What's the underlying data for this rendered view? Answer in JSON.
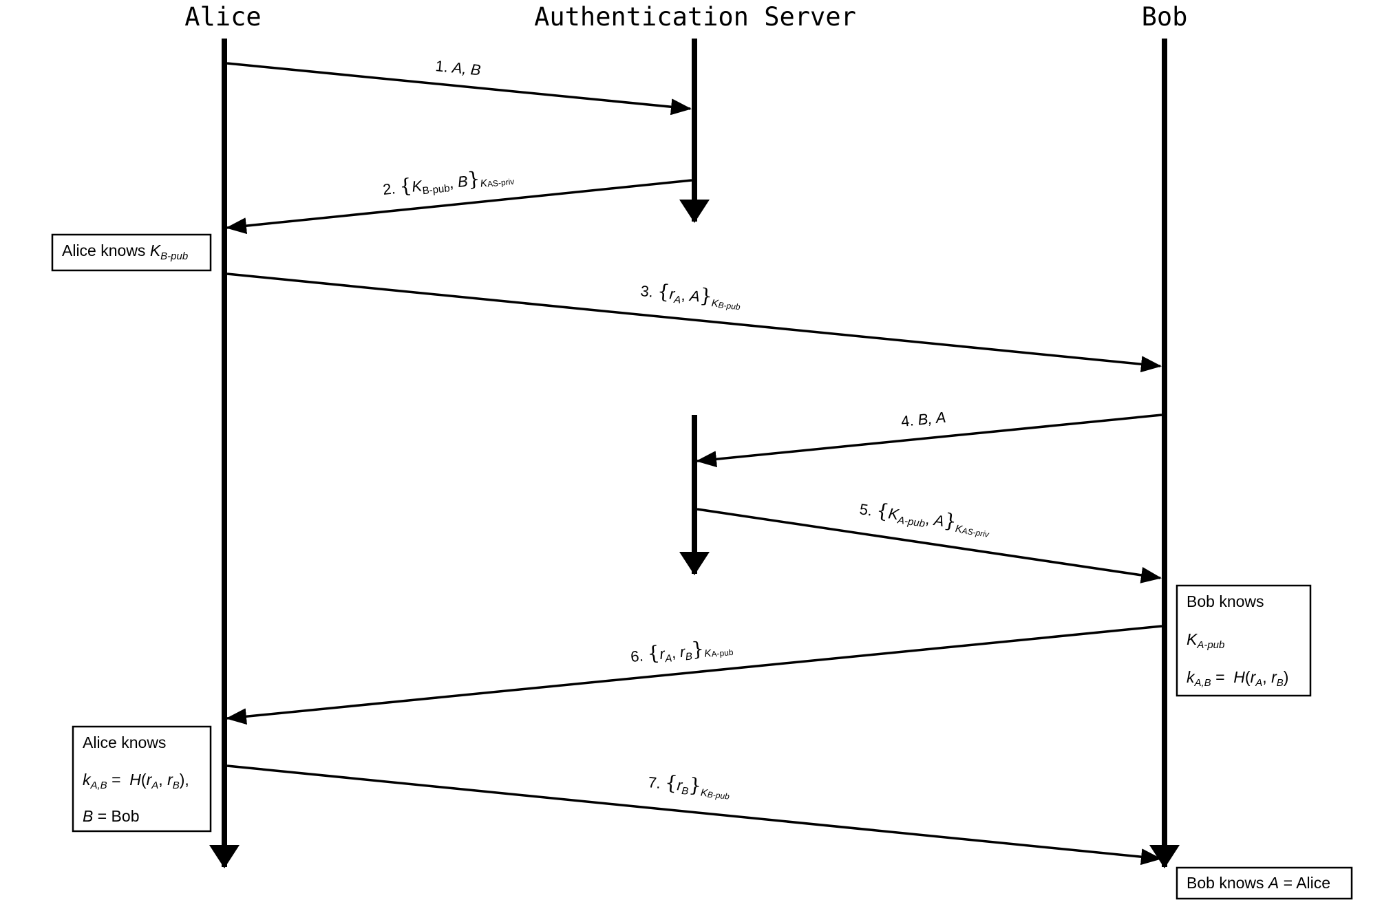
{
  "actors": {
    "alice": "Alice",
    "server": "Authentication Server",
    "bob": "Bob"
  },
  "messages": [
    {
      "num": "1.",
      "text": "A, B"
    },
    {
      "num": "2.",
      "k1": "K",
      "k1_sub": "B-pub",
      "comma": ",",
      "item2": "B",
      "outer_k": "K",
      "outer_sub": "AS-priv"
    },
    {
      "num": "3.",
      "item1": "r",
      "item1_sub": "A",
      "comma": ",",
      "item2": "A",
      "outer_k": "K",
      "outer_sub": "B-pub"
    },
    {
      "num": "4.",
      "text": "B, A"
    },
    {
      "num": "5.",
      "k1": "K",
      "k1_sub": "A-pub",
      "comma": ",",
      "item2": "A",
      "outer_k": "K",
      "outer_sub": "AS-priv"
    },
    {
      "num": "6.",
      "item1": "r",
      "item1_sub": "A",
      "comma": ",",
      "item2": "r",
      "item2_sub": "B",
      "outer_k": "K",
      "outer_sub": "A-pub"
    },
    {
      "num": "7.",
      "item1": "r",
      "item1_sub": "B",
      "outer_k": "K",
      "outer_sub": "B-pub"
    }
  ],
  "notes": {
    "alice_knows_kbpub": {
      "prefix": "Alice knows ",
      "k": "K",
      "k_sub": "B-pub"
    },
    "bob_knows": {
      "title": "Bob knows",
      "line1_k": "K",
      "line1_sub": "A-pub",
      "line2_k": "k",
      "line2_sub": "A,B",
      "line2_eq": " =  ",
      "line2_h": "H",
      "line2_paren_open": "(",
      "line2_r1": "r",
      "line2_r1_sub": "A",
      "line2_comma": ", ",
      "line2_r2": "r",
      "line2_r2_sub": "B",
      "line2_paren_close": ")"
    },
    "alice_knows_final": {
      "title": "Alice knows",
      "line1_k": "k",
      "line1_sub": "A,B",
      "line1_eq": " =  ",
      "line1_h": "H",
      "line1_paren_open": "(",
      "line1_r1": "r",
      "line1_r1_sub": "A",
      "line1_comma": ", ",
      "line1_r2": "r",
      "line1_r2_sub": "B",
      "line1_paren_close": "),",
      "line2_b": "B",
      "line2_rest": " = Bob"
    },
    "bob_knows_final": {
      "prefix": "Bob knows ",
      "a": "A",
      "rest": " = Alice"
    }
  },
  "braces": {
    "open": "{",
    "close": "}"
  },
  "colors": {
    "ink": "#000000",
    "background": "#ffffff"
  }
}
